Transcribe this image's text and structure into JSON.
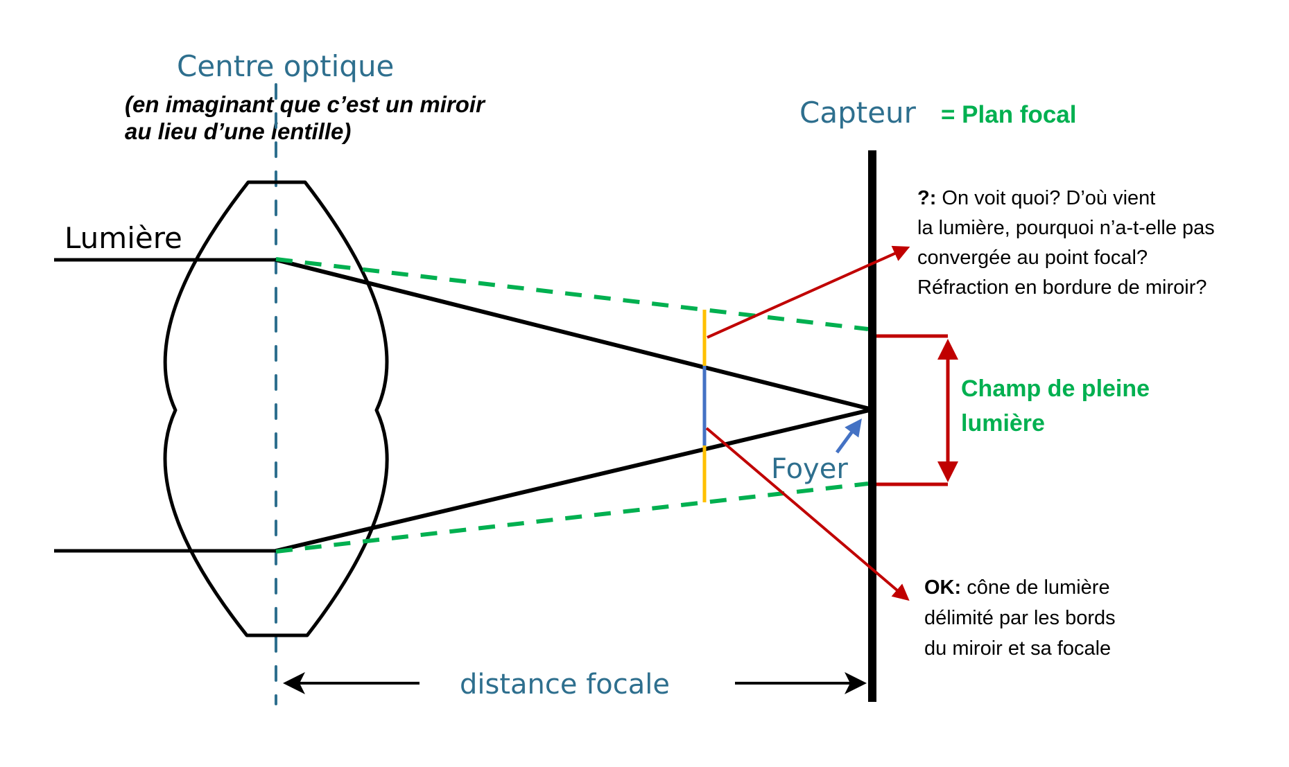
{
  "labels": {
    "optical_center": "Centre optique",
    "optical_center_note_line1": "(en imaginant que c’est un miroir",
    "optical_center_note_line2": "au lieu d’une lentille)",
    "light": "Lumière",
    "sensor": "Capteur",
    "sensor_note": "= Plan focal",
    "focus": "Foyer",
    "focal_distance": "distance focale",
    "full_light_field_line1": "Champ de pleine",
    "full_light_field_line2": "lumière"
  },
  "question_note": {
    "prefix": "?:",
    "line1": " On voit quoi? D’où vient",
    "line2": "la lumière, pourquoi n’a-t-elle pas",
    "line3": "convergée au point focal?",
    "line4": "Réfraction en bordure de miroir?"
  },
  "ok_note": {
    "prefix": "OK:",
    "line1": " cône de lumière",
    "line2": "délimité par les bords",
    "line3": "du miroir et sa focale"
  },
  "colors": {
    "axis": "#2e6f8e",
    "ray": "#000000",
    "cone": "#00b050",
    "annotation": "#c00000",
    "marker_outer": "#ffc000",
    "marker_inner": "#4472c4"
  }
}
